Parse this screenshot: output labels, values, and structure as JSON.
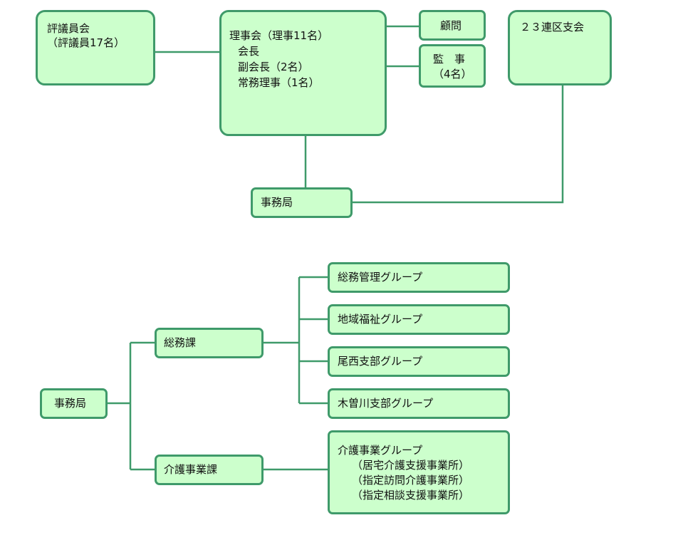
{
  "top": {
    "council": {
      "line1": "評議員会",
      "line2": "（評議員17名）"
    },
    "board": {
      "line1": "理事会（理事11名）",
      "line2": "会長",
      "line3": "副会長（2名）",
      "line4": "常務理事（1名）"
    },
    "advisor": "顧問",
    "auditor": {
      "line1": "監　事",
      "line2": "（4名）"
    },
    "branches": "２３連区支会",
    "secretariat": "事務局"
  },
  "bottom": {
    "secretariat": "事務局",
    "general_affairs": "総務課",
    "care_business": "介護事業課",
    "groups": {
      "admin": "総務管理グループ",
      "community": "地域福祉グループ",
      "bisai": "尾西支部グループ",
      "kisogawa": "木曽川支部グループ"
    },
    "care_group": {
      "title": "介護事業グループ",
      "item1": "（居宅介護支援事業所）",
      "item2": "（指定訪問介護事業所）",
      "item3": "（指定相談支援事業所）"
    }
  }
}
